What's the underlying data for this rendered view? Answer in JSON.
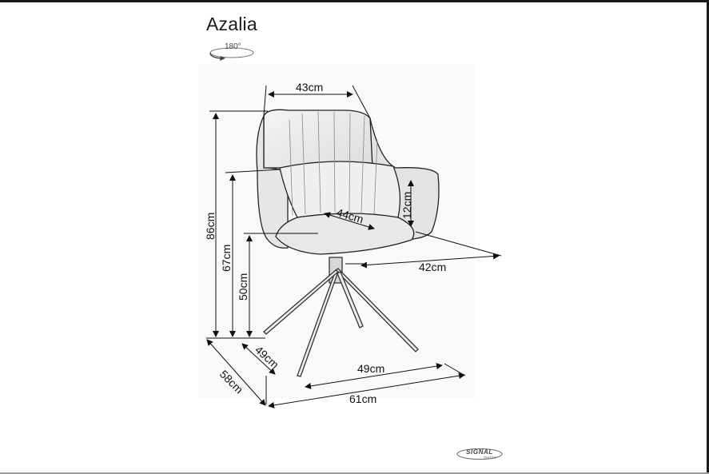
{
  "product": {
    "title": "Azalia",
    "rotation_label": "180°"
  },
  "dimensions": {
    "backrest_width": "43cm",
    "total_height": "86cm",
    "armrest_height": "67cm",
    "seat_height": "50cm",
    "armrest_height_above_seat": "12cm",
    "seat_depth": "44cm",
    "depth_at_arms": "42cm",
    "base_depth": "49cm",
    "base_width": "49cm",
    "total_depth": "58cm",
    "total_width": "61cm"
  },
  "brand": {
    "name": "SIGNAL",
    "subline": "meble"
  }
}
